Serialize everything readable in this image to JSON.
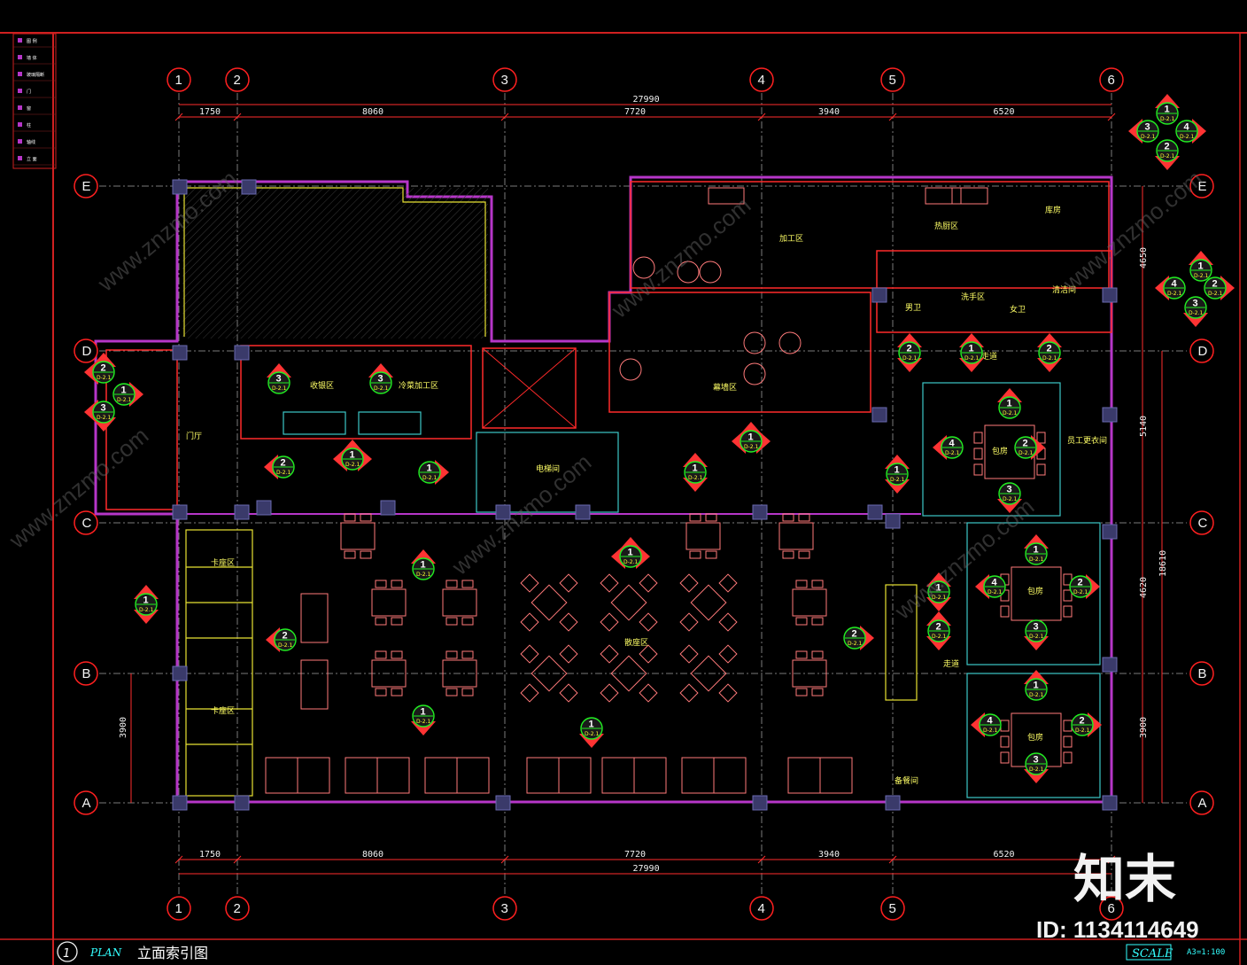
{
  "drawing": {
    "title": "立面索引图",
    "view_number": "1",
    "view_label": "PLAN",
    "scale_label": "SCALE",
    "scale_value": "A3=1:100"
  },
  "grid": {
    "columns": [
      "1",
      "2",
      "3",
      "4",
      "5",
      "6"
    ],
    "rows": [
      "E",
      "D",
      "C",
      "B",
      "A"
    ]
  },
  "dimensions": {
    "overall_top": "27990",
    "overall_bottom": "27990",
    "segments": [
      "1750",
      "8060",
      "7720",
      "3940",
      "6520"
    ],
    "right_overall": "18610",
    "right_segments": [
      "4650",
      "5140",
      "4620",
      "3900"
    ],
    "left_segment": "3900"
  },
  "rooms": {
    "prep": "加工区",
    "hot_kitchen": "热厨区",
    "storage": "库房",
    "cashier": "收银区",
    "cold_prep": "冷菜加工区",
    "fitout": "幕墙区",
    "lift": "电梯间",
    "female_wc": "女卫",
    "male_wc": "男卫",
    "wash": "洗手区",
    "cleaning": "清洁间",
    "corridor": "走道",
    "private_room": "包房",
    "staff_room": "员工更衣间",
    "dining": "散座区",
    "entrance": "门厅",
    "window_seat_1": "卡座区",
    "window_seat_2": "卡座区",
    "server": "备餐间"
  },
  "tag_sheet": "D-2.1",
  "legend": [
    "图 例",
    "墙 体",
    "玻璃隔断",
    "门",
    "窗",
    "柱",
    "轴线",
    "立 面"
  ],
  "watermark": {
    "logo": "知末",
    "id": "ID: 1134114649",
    "site": "www.znzmo.com"
  }
}
